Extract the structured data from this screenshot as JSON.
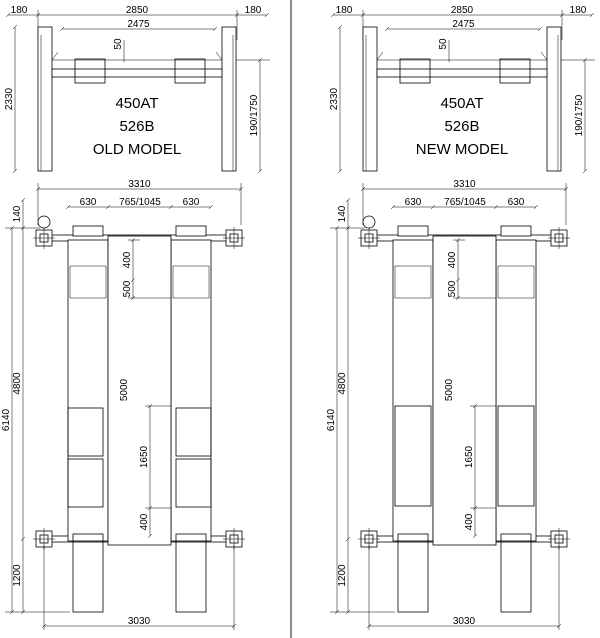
{
  "panels": [
    {
      "side": "left",
      "title_lines": [
        "450AT",
        "526B",
        "OLD MODEL"
      ],
      "pads_checkered": true,
      "dims": {
        "post_width_left": "180",
        "post_width_right": "180",
        "overall_width": "2850",
        "inner_width": "2475",
        "pad_offset": "50",
        "column_height": "2330",
        "lift_height": "190/1750",
        "plan_width": "3310",
        "track_left": "630",
        "track_gap": "765/1045",
        "track_right": "630",
        "top_offset": "140",
        "runway_length": "4800",
        "overall_length": "6140",
        "plate_top": "400",
        "plate_top2": "500",
        "track_length": "5000",
        "plate_len": "1650",
        "plate_bottom": "400",
        "ramp_length": "1200",
        "base_width": "3030"
      }
    },
    {
      "side": "right",
      "title_lines": [
        "450AT",
        "526B",
        "NEW MODEL"
      ],
      "pads_checkered": false,
      "dims": {
        "post_width_left": "180",
        "post_width_right": "180",
        "overall_width": "2850",
        "inner_width": "2475",
        "pad_offset": "50",
        "column_height": "2330",
        "lift_height": "190/1750",
        "plan_width": "3310",
        "track_left": "630",
        "track_gap": "765/1045",
        "track_right": "630",
        "top_offset": "140",
        "runway_length": "4800",
        "overall_length": "6140",
        "plate_top": "400",
        "plate_top2": "500",
        "track_length": "5000",
        "plate_len": "1650",
        "plate_bottom": "400",
        "ramp_length": "1200",
        "base_width": "3030"
      }
    }
  ]
}
